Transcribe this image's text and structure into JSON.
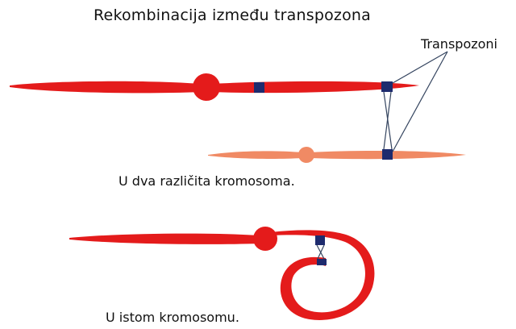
{
  "title": "Rekombinacija između transpozona",
  "transposon_label": "Transpozoni",
  "caption_different": "U dva različita kromosoma.",
  "caption_same": "U istom kromosomu.",
  "colors": {
    "chromosome_red": "#e41b1b",
    "chromosome_light": "#f08a64",
    "transposon": "#1e2b6e",
    "pointer_line": "#34445f"
  }
}
